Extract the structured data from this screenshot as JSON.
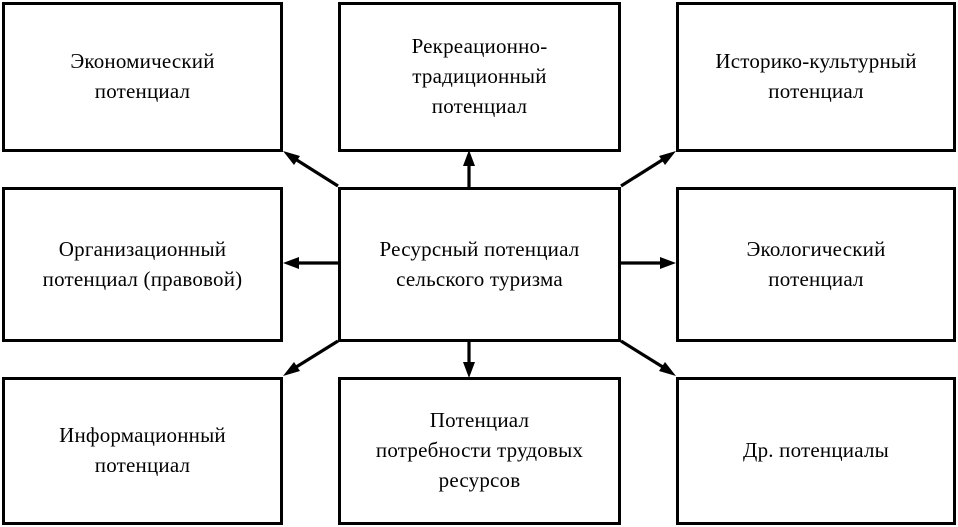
{
  "diagram": {
    "type": "radial-block-diagram",
    "title_text": "Ресурсный потенциал сельского туризма",
    "colors": {
      "background": "#ffffff",
      "box_border": "#000000",
      "text": "#000000",
      "arrow": "#000000"
    },
    "center": {
      "id": "center",
      "label": "Ресурсный потенциал\nсельского туризма"
    },
    "nodes": [
      {
        "id": "economic",
        "label": "Экономический\nпотенциал",
        "position": "top-left"
      },
      {
        "id": "recreation",
        "label": "Рекреационно-\nтрадиционный\nпотенциал",
        "position": "top-center"
      },
      {
        "id": "historical",
        "label": "Историко-культурный\nпотенциал",
        "position": "top-right"
      },
      {
        "id": "organizational",
        "label": "Организационный\nпотенциал (правовой)",
        "position": "middle-left"
      },
      {
        "id": "ecological",
        "label": "Экологический\nпотенциал",
        "position": "middle-right"
      },
      {
        "id": "information",
        "label": "Информационный\nпотенциал",
        "position": "bottom-left"
      },
      {
        "id": "labor",
        "label": "Потенциал\nпотребности трудовых\nресурсов",
        "position": "bottom-center"
      },
      {
        "id": "other",
        "label": "Др. потенциалы",
        "position": "bottom-right"
      }
    ],
    "arrows": [
      {
        "from": "center",
        "to": "economic",
        "direction": "up-left"
      },
      {
        "from": "center",
        "to": "recreation",
        "direction": "up"
      },
      {
        "from": "center",
        "to": "historical",
        "direction": "up-right"
      },
      {
        "from": "center",
        "to": "organizational",
        "direction": "left"
      },
      {
        "from": "center",
        "to": "ecological",
        "direction": "right"
      },
      {
        "from": "center",
        "to": "information",
        "direction": "down-left"
      },
      {
        "from": "center",
        "to": "labor",
        "direction": "down"
      },
      {
        "from": "center",
        "to": "other",
        "direction": "down-right"
      }
    ]
  }
}
